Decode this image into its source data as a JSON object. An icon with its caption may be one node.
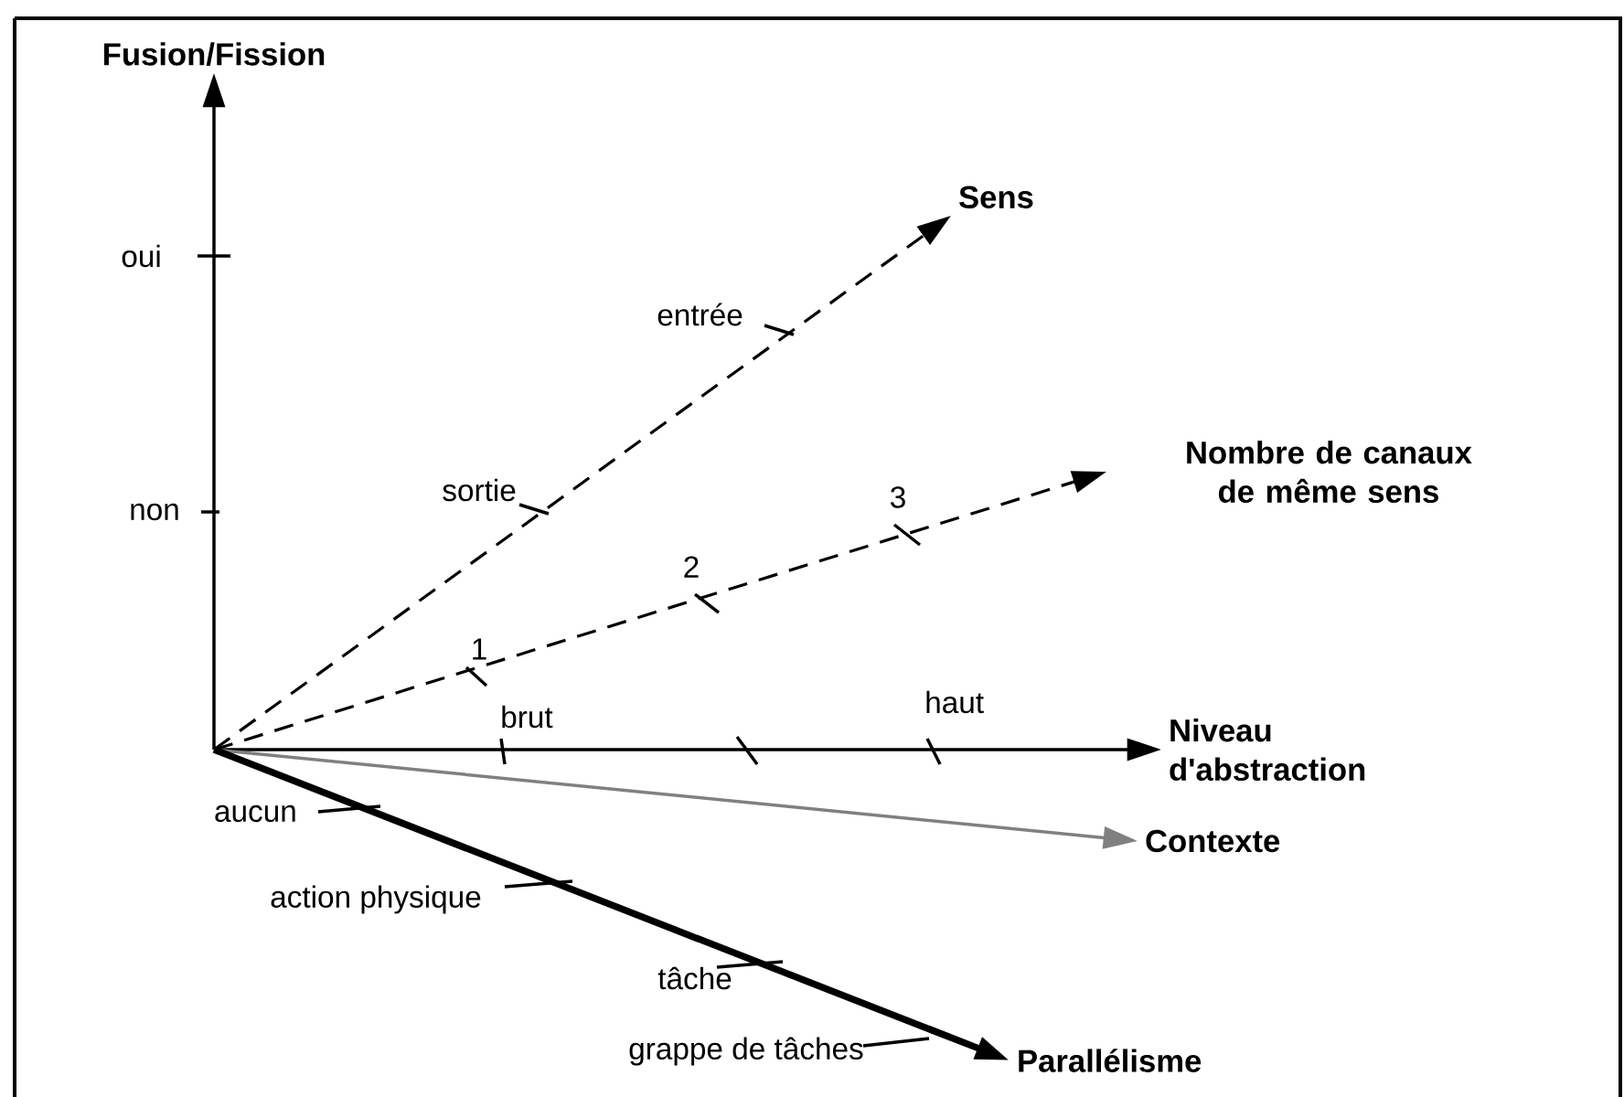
{
  "diagram": {
    "nodes": [
      {
        "text": [
          "Fusion/Fission"
        ]
      },
      {
        "text": [
          "Sens"
        ]
      },
      {
        "text": [
          "Nombre de canaux de même sens"
        ]
      },
      {
        "text": [
          "Niveau d'abstraction"
        ]
      },
      {
        "text": [
          "Contexte"
        ]
      },
      {
        "text": [
          "Parallélisme"
        ]
      }
    ],
    "edges": [
      {
        "from": null,
        "to": 0,
        "arrow": "to"
      },
      {
        "from": null,
        "to": 1,
        "arrow": "to",
        "style": "dashed"
      },
      {
        "from": null,
        "to": 2,
        "arrow": "to",
        "style": "dashed"
      },
      {
        "from": null,
        "to": 3,
        "arrow": "to"
      },
      {
        "from": null,
        "to": 4,
        "arrow": "to",
        "color": "#808080"
      },
      {
        "from": null,
        "to": 5,
        "arrow": "to",
        "style": "thick"
      }
    ],
    "labels": [
      "oui",
      "entrée",
      "sortie",
      "non",
      "3",
      "2",
      "1",
      "haut",
      "brut",
      "aucun",
      "action physique",
      "tâche",
      "grappe de tâches"
    ]
  }
}
